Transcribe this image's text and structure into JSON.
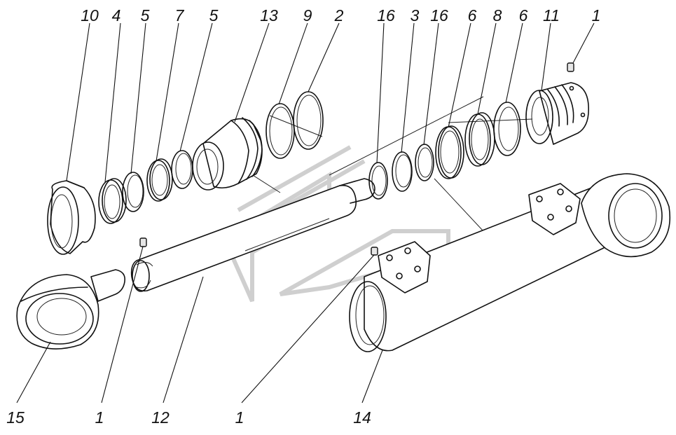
{
  "labels": {
    "top": [
      "10",
      "4",
      "5",
      "7",
      "5",
      "13",
      "9",
      "2",
      "16",
      "3",
      "16",
      "6",
      "8",
      "6",
      "11",
      "1"
    ],
    "bottom": [
      "15",
      "1",
      "12",
      "1",
      "14"
    ]
  }
}
